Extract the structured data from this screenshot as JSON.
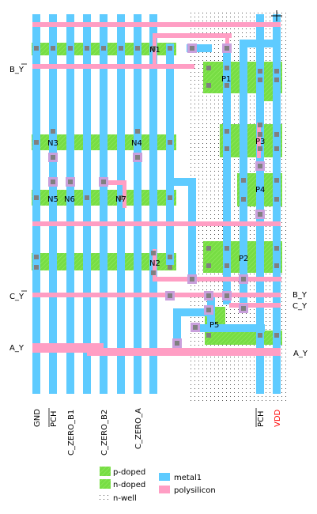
{
  "title": "",
  "colors": {
    "metal1": "#5ecbff",
    "polysilicon": "#ff9ec4",
    "doped": "#77dd44",
    "contact": "#808080",
    "via": "#c9a0dc",
    "vdd_text": "#ff0000"
  },
  "transistors": [
    {
      "name": "N1"
    },
    {
      "name": "P1"
    },
    {
      "name": "N3"
    },
    {
      "name": "N4"
    },
    {
      "name": "P3"
    },
    {
      "name": "P4"
    },
    {
      "name": "N5"
    },
    {
      "name": "N6"
    },
    {
      "name": "N7"
    },
    {
      "name": "N2"
    },
    {
      "name": "P2"
    },
    {
      "name": "P5"
    }
  ],
  "left_labels": {
    "b_y": "B_Y",
    "c_y": "C_Y",
    "a_y": "A_Y"
  },
  "right_labels": {
    "b_y": "B_Y",
    "c_y": "C_Y",
    "a_y": "A_Y"
  },
  "bottom_labels": {
    "gnd": "GND",
    "pch": "PCH",
    "c_zero_b1": "C_ZERO_B1",
    "c_zero_b2": "C_ZERO_B2",
    "c_zero_a": "C_ZERO_A",
    "pch_right": "PCH",
    "vdd": "VDD"
  },
  "legend": {
    "p_doped": "p-doped",
    "n_doped": "n-doped",
    "n_well": "n-well",
    "metal1": "metal1",
    "polysilicon": "polysilicon"
  }
}
